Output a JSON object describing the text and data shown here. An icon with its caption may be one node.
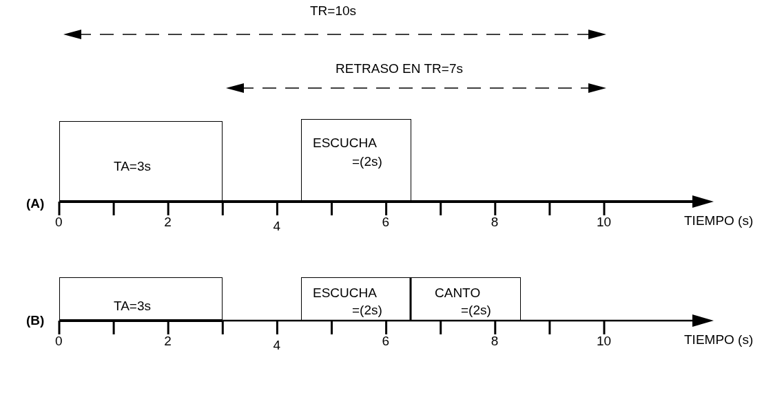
{
  "diagram": {
    "nodes": [
      {
        "text": [
          "TA=3s"
        ]
      },
      {
        "text": [
          "ESCUCHA",
          "=(2s)"
        ]
      },
      {
        "text": [
          "TA=3s"
        ]
      },
      {
        "text": [
          "ESCUCHA",
          "=(2s)"
        ]
      },
      {
        "text": [
          "CANTO",
          "=(2s)"
        ]
      }
    ],
    "labels": [
      "TR=10s",
      "RETRASO EN TR=7s",
      "(A)",
      "0",
      "2",
      "4",
      "6",
      "8",
      "10",
      "TIEMPO (s)",
      "(B)",
      "0",
      "2",
      "4",
      "6",
      "8",
      "10",
      "TIEMPO (s)"
    ]
  }
}
